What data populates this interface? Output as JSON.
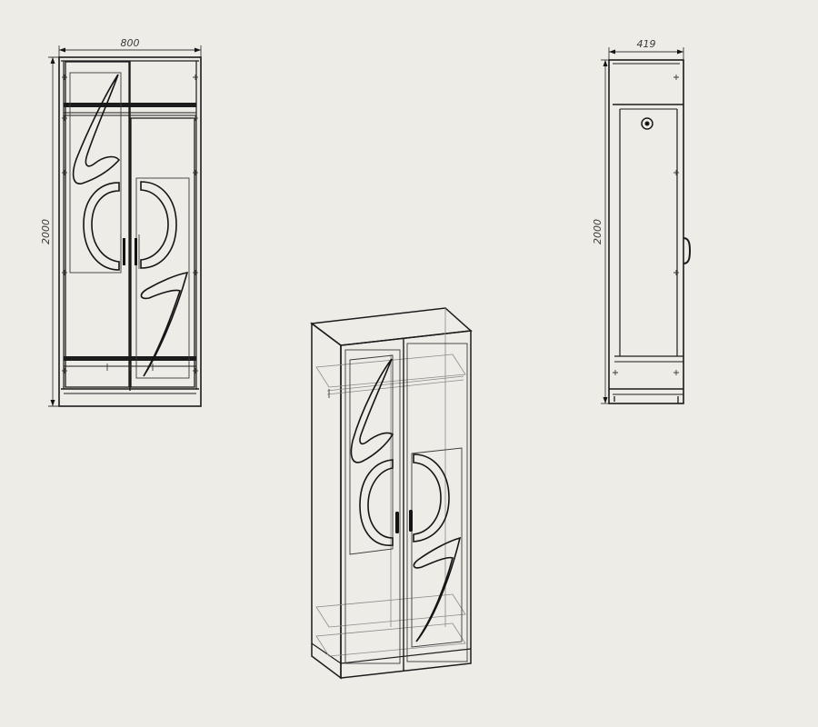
{
  "front_view": {
    "width_dimension": "800",
    "height_dimension": "2000"
  },
  "side_view": {
    "depth_dimension": "419",
    "height_dimension": "2000"
  },
  "colors": {
    "background": "#eeece7",
    "line": "#1c1c1c",
    "hidden_line": "#8a8a8a"
  }
}
